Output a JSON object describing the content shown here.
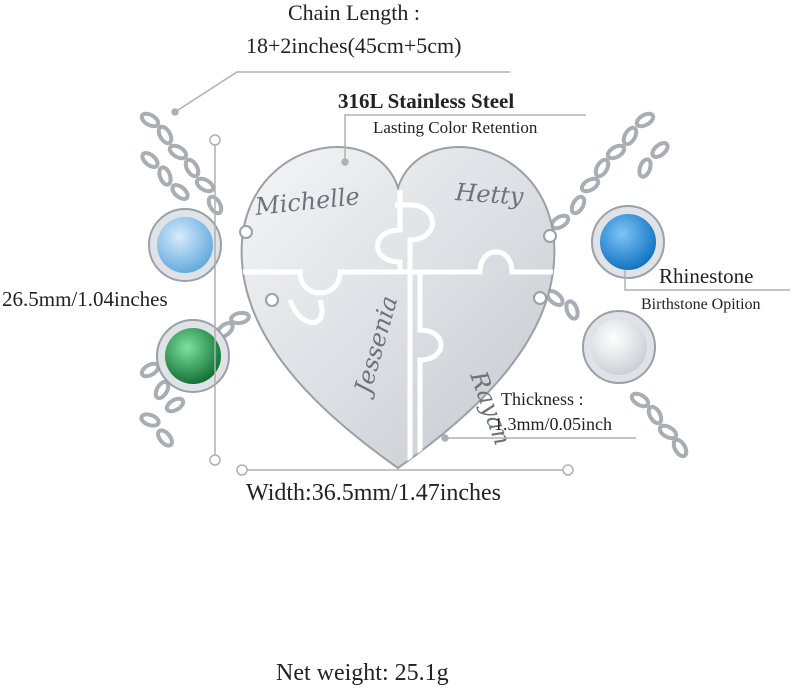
{
  "labels": {
    "chain_length_title": "Chain Length :",
    "chain_length_value": "18+2inches(45cm+5cm)",
    "material_title": "316L Stainless Steel",
    "material_subtitle": "Lasting Color Retention",
    "height": "26.5mm/1.04inches",
    "rhinestone_title": "Rhinestone",
    "rhinestone_subtitle": "Birthstone Opition",
    "thickness_title": "Thickness :",
    "thickness_value": "1.3mm/0.05inch",
    "width": "Width:36.5mm/1.47inches",
    "net_weight": "Net weight: 25.1g"
  },
  "engravings": [
    "Michelle",
    "Hetty",
    "Jessenia",
    "Rayan"
  ],
  "colors": {
    "steel": "#dfe2e6",
    "steel_edge": "#9aa0a6",
    "engraving": "#6f7378",
    "guide_line": "#b0b0b0",
    "gem_light_blue": "#8fc6ee",
    "gem_blue": "#1f8fe0",
    "gem_green": "#1f9e4a",
    "gem_clear": "#f2f4f6"
  }
}
